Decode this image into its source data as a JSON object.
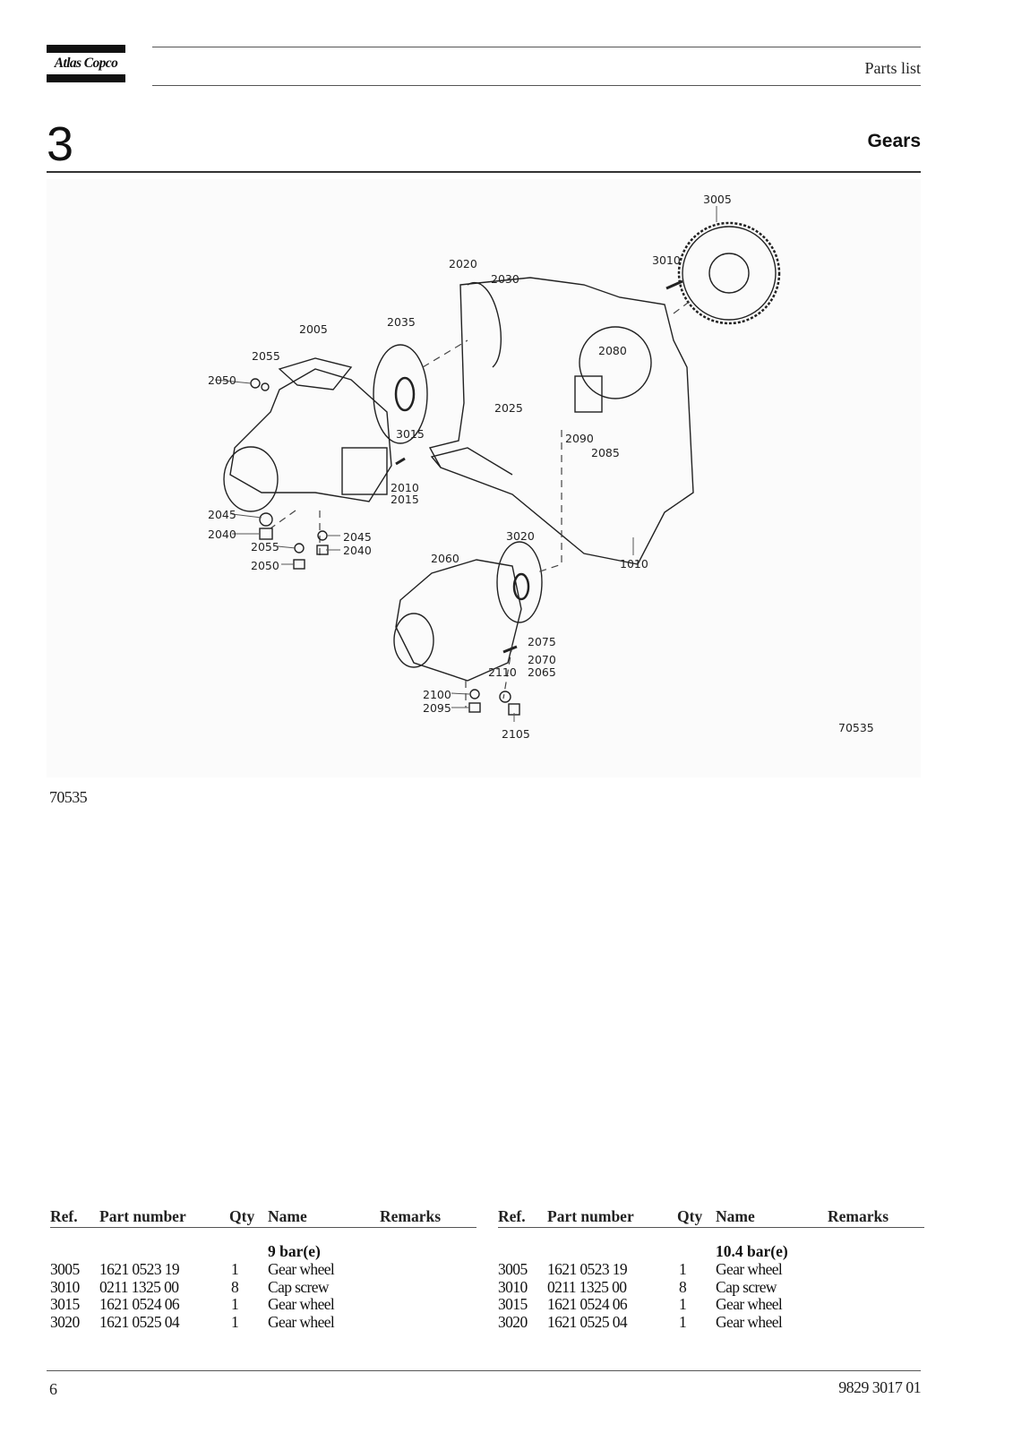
{
  "header": {
    "brand": "Atlas Copco",
    "doc_type": "Parts list"
  },
  "section": {
    "number": "3",
    "title": "Gears"
  },
  "figure": {
    "image_number": "70535",
    "caption": "70535",
    "labels": [
      "3005",
      "3010",
      "2020",
      "2030",
      "2035",
      "2005",
      "2055",
      "2050",
      "2080",
      "2025",
      "3015",
      "2090",
      "2085",
      "2010",
      "2015",
      "2045",
      "2040",
      "2045",
      "2055",
      "2040",
      "2050",
      "3020",
      "2060",
      "1010",
      "2075",
      "2070",
      "2110",
      "2065",
      "2100",
      "2095",
      "2105"
    ]
  },
  "parts_tables": [
    {
      "headers": {
        "ref": "Ref.",
        "part": "Part number",
        "qty": "Qty",
        "name": "Name",
        "remarks": "Remarks"
      },
      "group": "9 bar(e)",
      "rows": [
        {
          "ref": "3005",
          "part": "1621 0523 19",
          "qty": "1",
          "name": "Gear wheel",
          "remarks": ""
        },
        {
          "ref": "3010",
          "part": "0211 1325 00",
          "qty": "8",
          "name": "Cap screw",
          "remarks": ""
        },
        {
          "ref": "3015",
          "part": "1621 0524 06",
          "qty": "1",
          "name": "Gear wheel",
          "remarks": ""
        },
        {
          "ref": "3020",
          "part": "1621 0525 04",
          "qty": "1",
          "name": "Gear wheel",
          "remarks": ""
        }
      ]
    },
    {
      "headers": {
        "ref": "Ref.",
        "part": "Part number",
        "qty": "Qty",
        "name": "Name",
        "remarks": "Remarks"
      },
      "group": "10.4 bar(e)",
      "rows": [
        {
          "ref": "3005",
          "part": "1621 0523 19",
          "qty": "1",
          "name": "Gear wheel",
          "remarks": ""
        },
        {
          "ref": "3010",
          "part": "0211 1325 00",
          "qty": "8",
          "name": "Cap screw",
          "remarks": ""
        },
        {
          "ref": "3015",
          "part": "1621 0524 06",
          "qty": "1",
          "name": "Gear wheel",
          "remarks": ""
        },
        {
          "ref": "3020",
          "part": "1621 0525 04",
          "qty": "1",
          "name": "Gear wheel",
          "remarks": ""
        }
      ]
    }
  ],
  "footer": {
    "page_number": "6",
    "doc_number": "9829 3017 01"
  }
}
